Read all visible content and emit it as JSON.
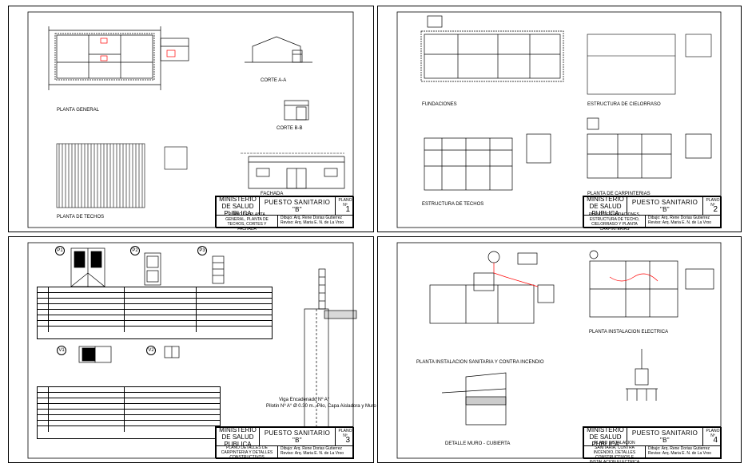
{
  "colors": {
    "ink": "#000000",
    "accent": "#ff0000",
    "paper": "#ffffff"
  },
  "sheets": [
    {
      "org": "MINISTERIO DE SALUD PUBLICA",
      "project": "PUESTO SANITARIO \"B\"",
      "plano_label": "PLANO Nº",
      "number": "1",
      "desc": "PLANO DE PLANTA GENERAL, PLANTA DE TECHOS, CORTES Y FACHADA",
      "author1": "Dibujo: Arq. Rene Dorias Gutierrez",
      "author2": "Reviso: Arq. Maria E. N. de La Vroo",
      "labels": {
        "planta_general": "PLANTA GENERAL",
        "planta_techos": "PLANTA DE TECHOS",
        "corte_aa": "CORTE A-A",
        "corte_bb": "CORTE B-B",
        "fachada": "FACHADA"
      }
    },
    {
      "org": "MINISTERIO DE SALUD PUBLICA",
      "project": "PUESTO SANITARIO \"B\"",
      "plano_label": "PLANO Nº",
      "number": "2",
      "desc": "PLANO DE FUNDACIONES, ESTRUCTURA DE TECHO, CIELORRASO Y PLANTA CARPINTERIAS",
      "author1": "Dibujo: Arq. Rene Dorias Gutierrez",
      "author2": "Reviso: Arq. Maria E. N. de La Vroo",
      "labels": {
        "fundaciones": "FUNDACIONES",
        "cielorraso": "ESTRUCTURA DE CIELORRASO",
        "techos": "ESTRUCTURA DE TECHOS",
        "carpinterias": "PLANTA DE CARPINTERIAS"
      }
    },
    {
      "org": "MINISTERIO DE SALUD PUBLICA",
      "project": "PUESTO SANITARIO \"B\"",
      "plano_label": "PLANO Nº",
      "number": "3",
      "desc": "PLANO DETALLES DE CARPINTERIA Y DETALLES CONSTRUCTIVOS",
      "author1": "Dibujo: Arq. Rene Dorias Gutierrez",
      "author2": "Reviso: Arq. Maria E. N. de La Vroo",
      "labels": {
        "p1": "P1",
        "p2": "P2",
        "p3": "P3",
        "v1": "V1",
        "v2": "V2",
        "viga": "Viga Encadenado Nº A°",
        "pilotin": "Pilotin Nº A° Ø 0.30 m., Pilo, Capa Aisladora y Muro"
      }
    },
    {
      "org": "MINISTERIO DE SALUD PUBLICA",
      "project": "PUESTO SANITARIO \"B\"",
      "plano_label": "PLANO Nº",
      "number": "4",
      "desc": "PLANO INSTALACION SANITARIA, CONTRA INCENDIO, DETALLES CONSTRUCTIVOS E INSTALACION ELECTRICA",
      "author1": "Dibujo: Arq. Rene Dorias Gutierrez",
      "author2": "Reviso: Arq. Maria E. N. de La Vroo",
      "labels": {
        "electrica": "PLANTA INSTALACION ELECTRICA",
        "sanitaria": "PLANTA INSTALACION SANITARIA Y CONTRA INCENDIO",
        "detalle": "DETALLE MURO - CUBIERTA"
      }
    }
  ]
}
